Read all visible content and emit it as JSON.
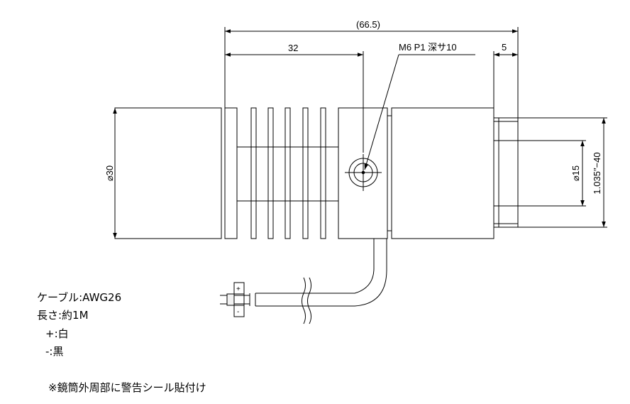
{
  "dimensions": {
    "overall_length": "(66.5)",
    "to_center": "32",
    "tap_hole": "M6 P1 深サ10",
    "end_length": "5",
    "body_dia": "⌀30",
    "bore_dia": "⌀15",
    "mount_thread": "1.035″−40"
  },
  "terminals": {
    "plus": "+",
    "minus": "-"
  },
  "notes": {
    "cable": "ケーブル:AWG26",
    "length": "長さ:約1M",
    "plus_wire": "+:白",
    "minus_wire": "-:黒",
    "sticker": "※鏡筒外周部に警告シール貼付け"
  }
}
